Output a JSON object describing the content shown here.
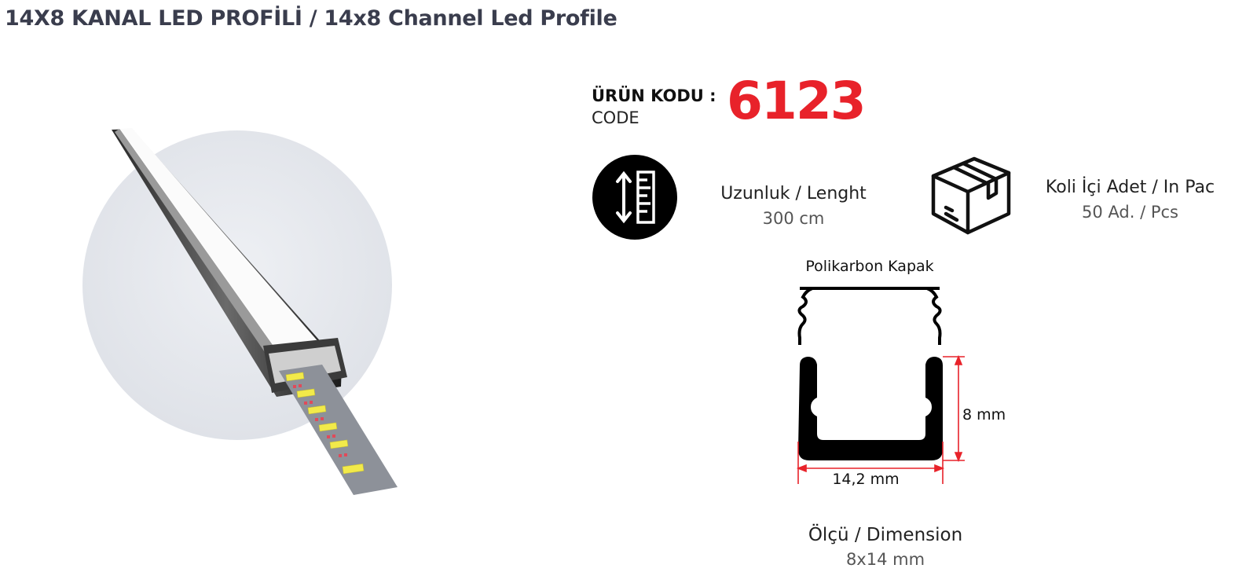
{
  "header": {
    "title": "14X8 KANAL LED PROFİLİ / 14x8 Channel Led Profile"
  },
  "product_code": {
    "label": "ÜRÜN KODU :",
    "sublabel": "CODE",
    "value": "6123"
  },
  "specs": {
    "length": {
      "title": "Uzunluk / Lenght",
      "value": "300 cm",
      "icon": "length-ruler-icon"
    },
    "package": {
      "title": "Koli İçi Adet / In Pac",
      "value": "50 Ad. / Pcs",
      "icon": "box-icon"
    }
  },
  "drawing": {
    "cover_label": "Polikarbon Kapak",
    "height_label": "8 mm",
    "width_label": "14,2 mm"
  },
  "dimension": {
    "title": "Ölçü / Dimension",
    "value": "8x14 mm"
  },
  "colors": {
    "accent": "#e8222a",
    "title": "#3a3d4d",
    "text": "#222222"
  }
}
